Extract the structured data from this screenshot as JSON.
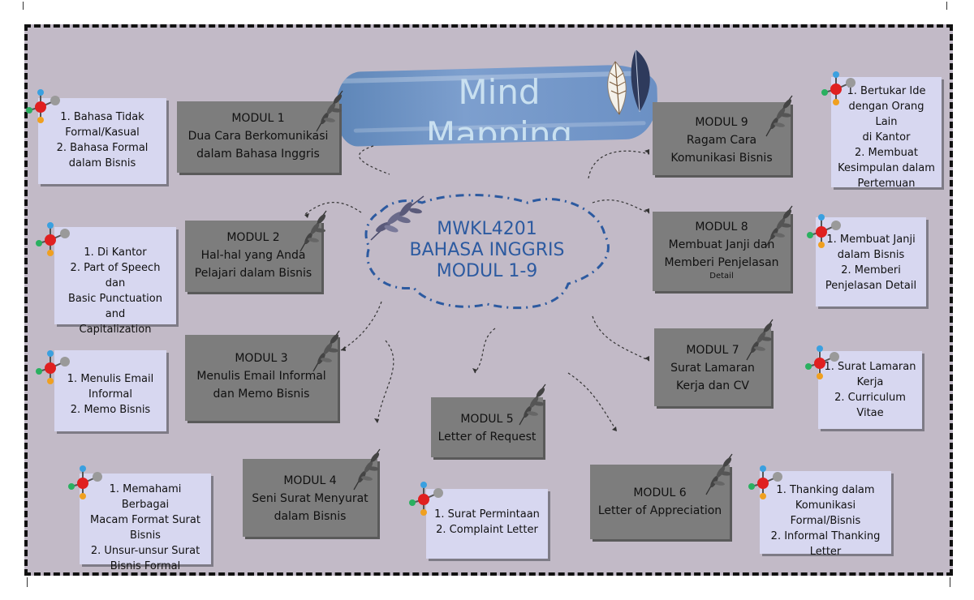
{
  "title": {
    "line1": "Mind",
    "line2": "Mapping"
  },
  "center": {
    "line1": "MWKL4201",
    "line2": "BAHASA INGGRIS",
    "line3": "MODUL 1-9"
  },
  "colors": {
    "background": "#c2bac7",
    "module_box": "#7d7d7d",
    "card": "#d7d7f0",
    "center_text": "#2c5aa0",
    "brush": "#6b90c4"
  },
  "modules": [
    {
      "title": "MODUL 1",
      "desc": [
        "Dua Cara Berkomunikasi",
        "dalam Bahasa Inggris"
      ],
      "note": ""
    },
    {
      "title": "MODUL 2",
      "desc": [
        "Hal-hal yang Anda",
        "Pelajari dalam Bisnis"
      ],
      "note": ""
    },
    {
      "title": "MODUL 3",
      "desc": [
        "Menulis Email Informal",
        "dan Memo Bisnis"
      ],
      "note": ""
    },
    {
      "title": "MODUL 4",
      "desc": [
        "Seni Surat Menyurat",
        "dalam Bisnis"
      ],
      "note": ""
    },
    {
      "title": "MODUL 5",
      "desc": [
        "Letter of Request"
      ],
      "note": ""
    },
    {
      "title": "MODUL 6",
      "desc": [
        "Letter of Appreciation"
      ],
      "note": ""
    },
    {
      "title": "MODUL 7",
      "desc": [
        "Surat Lamaran",
        "Kerja dan CV"
      ],
      "note": ""
    },
    {
      "title": "MODUL 8",
      "desc": [
        "Membuat Janji dan",
        "Memberi Penjelasan"
      ],
      "note": "Detail"
    },
    {
      "title": "MODUL 9",
      "desc": [
        "Ragam Cara",
        "Komunikasi Bisnis"
      ],
      "note": ""
    }
  ],
  "cards": [
    [
      "1. Bahasa Tidak",
      "Formal/Kasual",
      "2. Bahasa Formal",
      "dalam Bisnis"
    ],
    [
      "1. Di Kantor",
      "2. Part of Speech dan",
      "Basic Punctuation and",
      "Capitalization"
    ],
    [
      "1. Menulis Email",
      "Informal",
      "2. Memo Bisnis"
    ],
    [
      "1. Memahami Berbagai",
      "Macam Format Surat",
      "Bisnis",
      "2. Unsur-unsur Surat",
      "Bisnis Formal"
    ],
    [
      "1. Surat Permintaan",
      "2. Complaint Letter"
    ],
    [
      "1. Thanking dalam",
      "Komunikasi Formal/Bisnis",
      "2. Informal Thanking",
      "Letter"
    ],
    [
      "1. Surat Lamaran",
      "Kerja",
      "2. Curriculum",
      "Vitae"
    ],
    [
      "1. Membuat Janji",
      "dalam Bisnis",
      "2. Memberi",
      "Penjelasan Detail"
    ],
    [
      "1. Bertukar Ide",
      "dengan Orang Lain",
      "di Kantor",
      "2. Membuat",
      "Kesimpulan dalam",
      "Pertemuan"
    ]
  ],
  "icons": {
    "molecule": "molecule-icon",
    "leaf": "leaf-sprig-icon",
    "feather": "feather-icon"
  }
}
